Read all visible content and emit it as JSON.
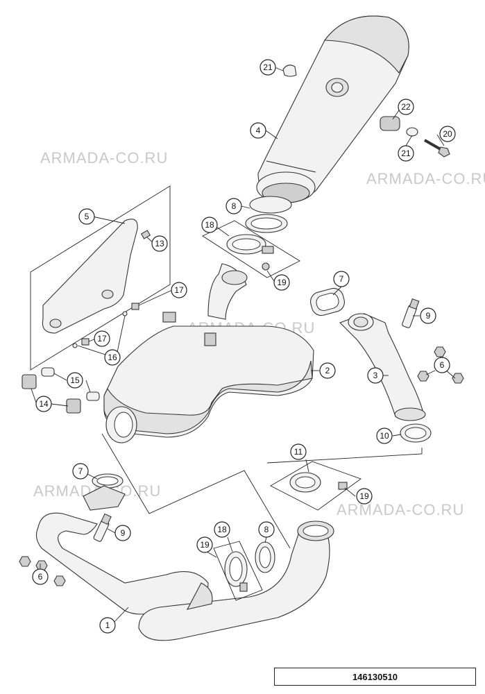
{
  "watermark": "ARMADA-CO.RU",
  "diagram_code": "146130510",
  "callouts": [
    "1",
    "2",
    "3",
    "4",
    "5",
    "6",
    "7",
    "8",
    "9",
    "10",
    "11",
    "13",
    "14",
    "15",
    "16",
    "17",
    "18",
    "19",
    "20",
    "21",
    "22"
  ]
}
